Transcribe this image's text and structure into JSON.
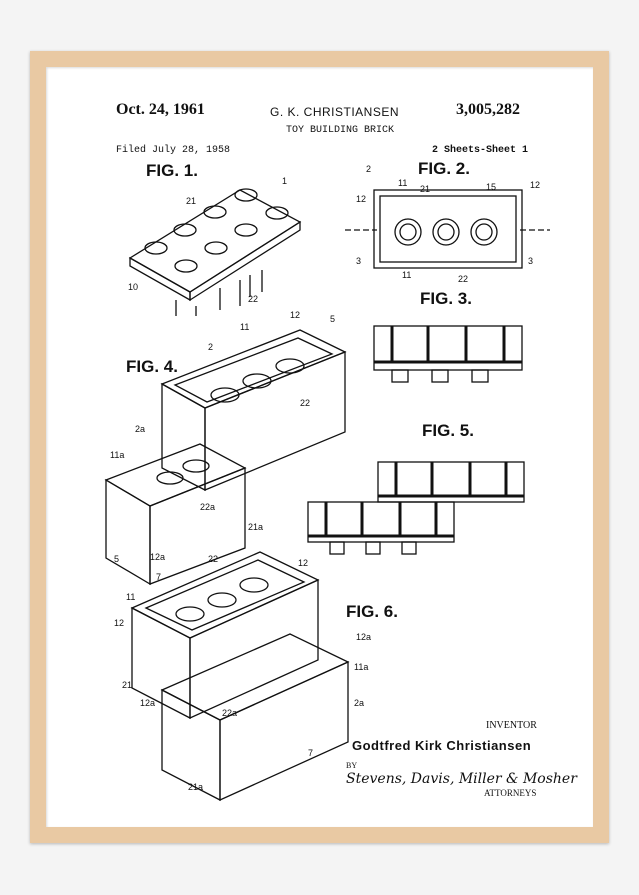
{
  "patent": {
    "date": "Oct. 24, 1961",
    "inventor_header": "G. K. CHRISTIANSEN",
    "patent_number": "3,005,282",
    "title": "TOY BUILDING BRICK",
    "filed": "Filed July 28, 1958",
    "sheets": "2 Sheets-Sheet 1"
  },
  "figures": {
    "fig1": "FIG. 1.",
    "fig2": "FIG. 2.",
    "fig3": "FIG. 3.",
    "fig4": "FIG. 4.",
    "fig5": "FIG. 5.",
    "fig6": "FIG. 6."
  },
  "signature": {
    "inventor_label": "INVENTOR",
    "inventor_name": "Godtfred Kirk Christiansen",
    "by": "BY",
    "attorneys_signature": "Stevens, Davis, Miller & Mosher",
    "attorneys_label": "ATTORNEYS"
  },
  "colors": {
    "frame": "#e9c9a3",
    "paper": "#ffffff",
    "ink": "#111111"
  }
}
